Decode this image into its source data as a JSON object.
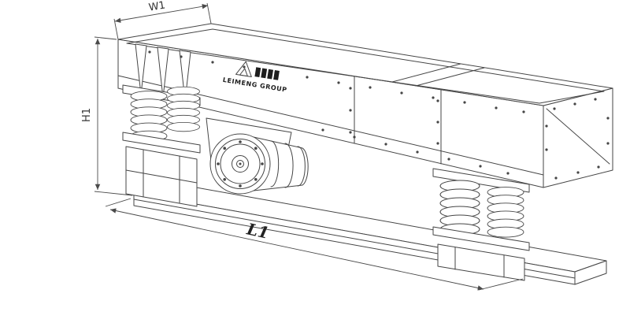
{
  "brand": {
    "name": "LEIMENG GROUP",
    "logo_icon": "triangle-mountain-icon"
  },
  "dimensions": {
    "width_label": "W1",
    "height_label": "H1",
    "length_label": "L1"
  },
  "colors": {
    "line": "#454545",
    "background": "#ffffff",
    "dimension_text": "#333333",
    "brand_text": "#1d1d1d"
  }
}
